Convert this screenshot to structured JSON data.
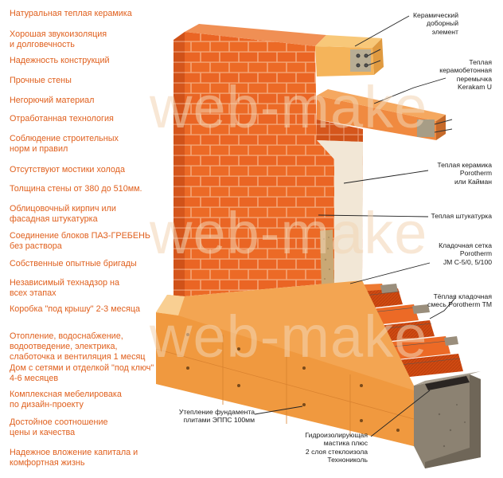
{
  "features": [
    "Натуральная теплая керамика",
    "Хорошая звукоизоляция\nи долговечность",
    "Надежность конструкций",
    "Прочные стены",
    "Негорючий материал",
    "Отработанная технология",
    "Соблюдение строительных\nнорм и правил",
    "Отсутствуют мостики холода",
    "Толщина стены от 380 до 510мм.",
    "Облицовочный кирпич или\nфасадная штукатурка",
    "Соединение блоков ПАЗ-ГРЕБЕНЬ\nбез раствора",
    "Собственные опытные бригады",
    "Независимый технадзор на\nвсех этапах",
    "Коробка \"под крышу\" 2-3 месяца",
    "Отопление, водоснабжение,\nводоотведение, электрика,\nслаботочка и вентиляция 1 месяц",
    "Дом с сетями и отделкой \"под ключ\"\n4-6 месяцев",
    "Комплексная мебелировака\nпо дизайн-проекту",
    "Достойное соотношение\nцены и качества",
    "Надежное вложение капитала и\nкомфортная жизнь"
  ],
  "callouts": {
    "ceramic_element": "Керамический\nдоборный\nэлемент",
    "lintel": "Теплая\nкерамобетонная\nперемычка\nKerakam U",
    "warm_ceramic": "Теплая керамика\nPorotherm\nили Кайман",
    "plaster": "Теплая штукатурка",
    "mesh": "Кладочная сетка\nPorotherm\nJM C-5/0, 5/100",
    "mortar": "Тёплая кладочная\nсмесь Porotherm TM",
    "insulation": "Утепление фундамента\nплитами ЭППС 100мм",
    "waterproof": "Гидроизолирующая\nмастика плюс\n2 слоя стеклоизола\nТехнониколь"
  },
  "watermark": "web-make",
  "colors": {
    "accent_text": "#e0601e",
    "brick": "#ec6a26",
    "brick_dark": "#c94e14",
    "mortar": "#f6b98c",
    "foundation": "#f0a050",
    "concrete": "#8c8272",
    "leader_line": "#222222"
  }
}
